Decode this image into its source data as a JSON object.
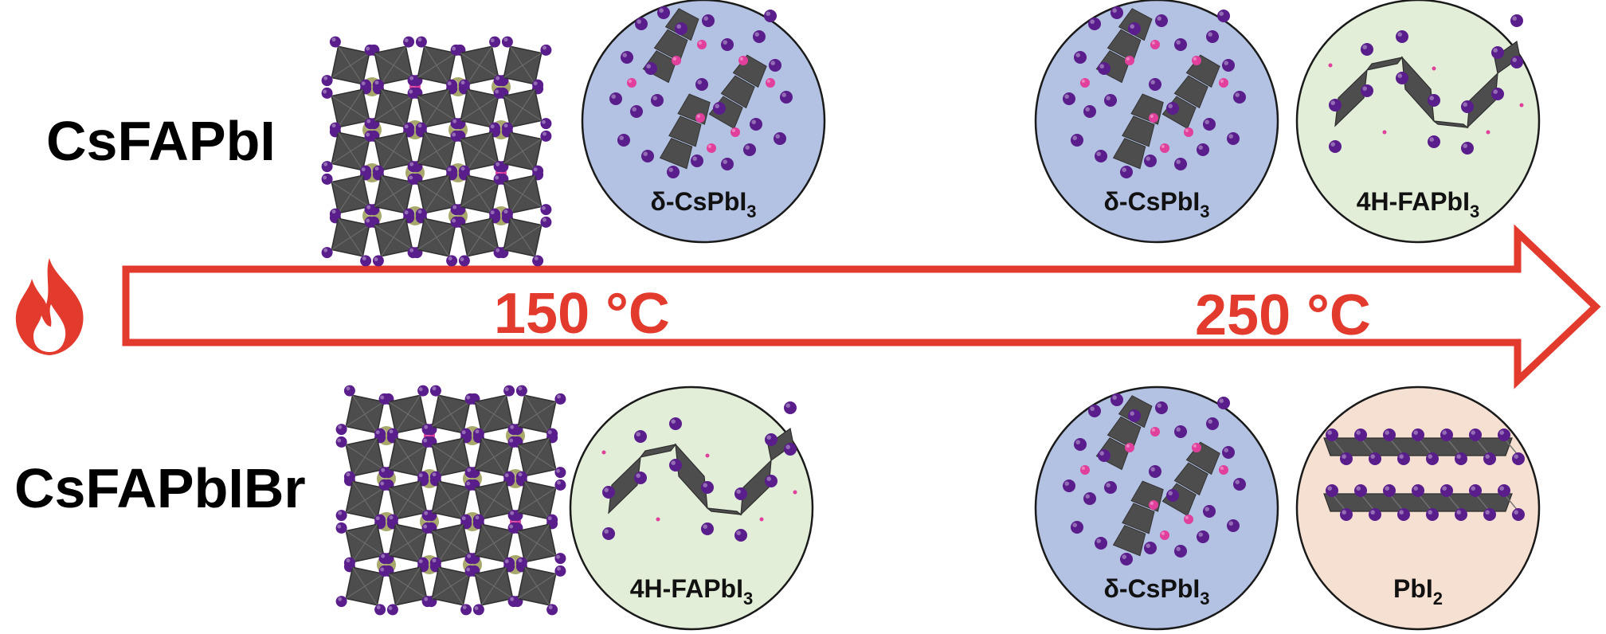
{
  "compositions": [
    {
      "id": "csfapbi",
      "label": "CsFAPbI"
    },
    {
      "id": "csfapbibr",
      "label": "CsFAPbIBr"
    }
  ],
  "temperatures": [
    {
      "id": "t150",
      "label": "150 °C"
    },
    {
      "id": "t250",
      "label": "250 °C"
    }
  ],
  "phases": {
    "row1_150": {
      "base": "δ-CsPbI",
      "sub": "3",
      "bg": "#b3c1e3",
      "structure": "delta"
    },
    "row1_250a": {
      "base": "δ-CsPbI",
      "sub": "3",
      "bg": "#b3c1e3",
      "structure": "delta"
    },
    "row1_250b": {
      "base": "4H-FAPbI",
      "sub": "3",
      "bg": "#e2eed8",
      "structure": "fourH"
    },
    "row2_150": {
      "base": "4H-FAPbI",
      "sub": "3",
      "bg": "#e2eed8",
      "structure": "fourH"
    },
    "row2_250a": {
      "base": "δ-CsPbI",
      "sub": "3",
      "bg": "#b3c1e3",
      "structure": "delta"
    },
    "row2_250b": {
      "base": "PbI",
      "sub": "2",
      "bg": "#f6e0d1",
      "structure": "layered"
    }
  },
  "colors": {
    "arrow": "#e23a2d",
    "octahedron": "#4d4d4d",
    "iodide": "#5a1e8c",
    "cesium_fa": "#a7a86a",
    "cation_pink": "#e0409c"
  },
  "icons": {
    "heat": "flame-icon"
  }
}
